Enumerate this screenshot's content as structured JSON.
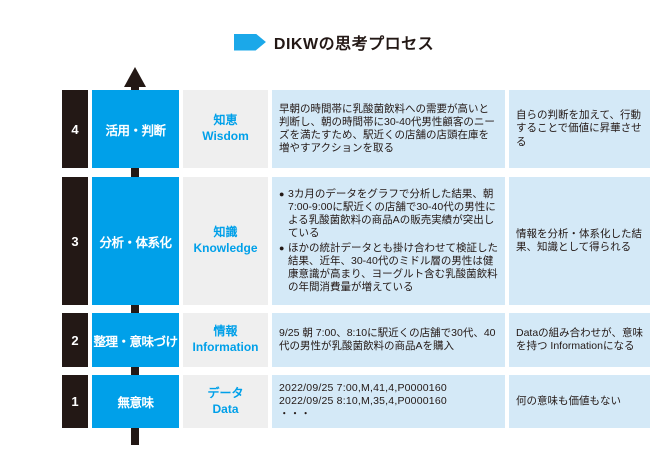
{
  "title": {
    "text": "DIKWの思考プロセス"
  },
  "colors": {
    "accent_blue": "#00A0E9",
    "title_arrow_blue": "#1BA8E9",
    "box_black": "#231815",
    "layer_gray": "#EFEFEF",
    "text_panel_blue": "#D4E9F7"
  },
  "rows": [
    {
      "number": "4",
      "stage": "活用・判断",
      "layer_ja": "知恵",
      "layer_en": "Wisdom",
      "description": "早朝の時間帯に乳酸菌飲料への需要が高いと判断し、朝の時間帯に30-40代男性顧客のニーズを満たすため、駅近くの店舗の店頭在庫を増やすアクションを取る",
      "note": "自らの判断を加えて、行動することで価値に昇華させる"
    },
    {
      "number": "3",
      "stage": "分析・体系化",
      "layer_ja": "知識",
      "layer_en": "Knowledge",
      "bullets": [
        "3カ月のデータをグラフで分析した結果、朝7:00-9:00に駅近くの店舗で30-40代の男性による乳酸菌飲料の商品Aの販売実績が突出している",
        "ほかの統計データとも掛け合わせて検証した結果、近年、30-40代のミドル層の男性は健康意識が高まり、ヨーグルト含む乳酸菌飲料の年間消費量が増えている"
      ],
      "bullet_mark": "●",
      "note": "情報を分析・体系化した結果、知識として得られる"
    },
    {
      "number": "2",
      "stage": "整理・意味づけ",
      "layer_ja": "情報",
      "layer_en": "Information",
      "description": "9/25 朝 7:00、8:10に駅近くの店舗で30代、40代の男性が乳酸菌飲料の商品Aを購入",
      "note": "Dataの組み合わせが、意味を持つ Informationになる"
    },
    {
      "number": "1",
      "stage": "無意味",
      "layer_ja": "データ",
      "layer_en": "Data",
      "description_lines": [
        "2022/09/25 7:00,M,41,4,P0000160",
        "2022/09/25 8:10,M,35,4,P0000160",
        "・・・"
      ],
      "note": "何の意味も価値もない"
    }
  ]
}
